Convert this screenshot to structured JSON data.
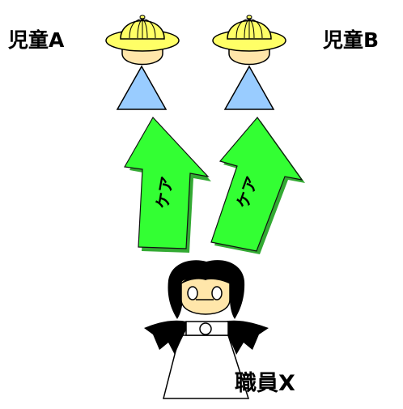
{
  "children": [
    {
      "label": "児童A",
      "hat_color": "#ffff66",
      "face_color": "#ffe6aa",
      "body_color": "#99ccff"
    },
    {
      "label": "児童B",
      "hat_color": "#ffff66",
      "face_color": "#ffe6aa",
      "body_color": "#99ccff"
    }
  ],
  "arrows": [
    {
      "label": "ケア",
      "color": "#33ff33",
      "shadow": "#33aa33",
      "icon": "up-arrow"
    },
    {
      "label": "ケア",
      "color": "#33ff33",
      "shadow": "#33aa33",
      "icon": "up-arrow"
    }
  ],
  "staff": {
    "label": "職員X",
    "hair_color": "#000000",
    "face_color": "#ffe6aa",
    "dress_color": "#ffffff"
  }
}
